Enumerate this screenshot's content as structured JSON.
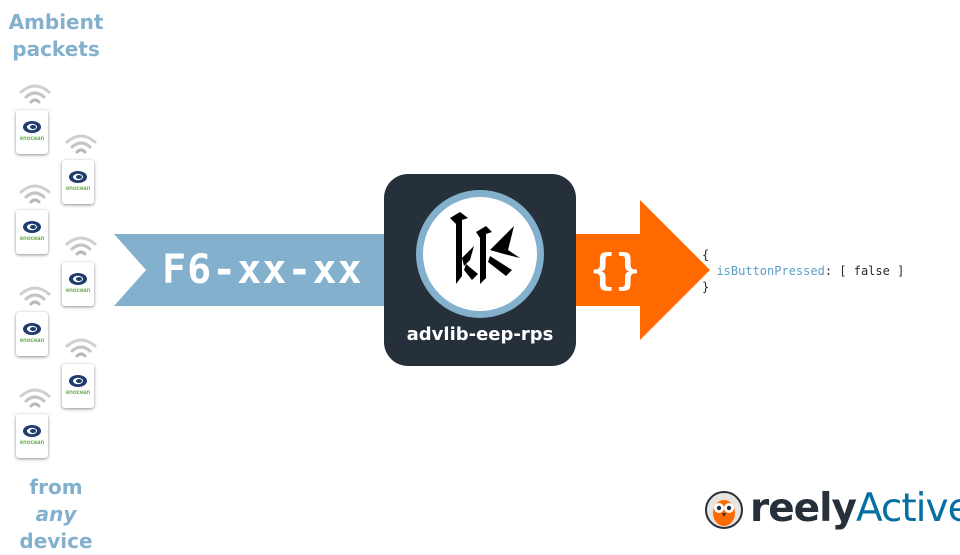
{
  "input_caption": {
    "line1": "Ambient",
    "line2": "packets"
  },
  "source_caption": {
    "from": "from ",
    "any": "any",
    "device": "device"
  },
  "device_brand": "enocean",
  "input_label": "F6-xx-xx",
  "library": {
    "name": "advlib-eep-rps",
    "logo_icon": "advlib-logo-icon"
  },
  "output_label": "{}",
  "output_json": {
    "open": "{",
    "key": "isButtonPressed",
    "value": ": [ false ]",
    "close": "}"
  },
  "brand": {
    "part1": "reely",
    "part2": "Active",
    "icon": "owl-logo-icon"
  },
  "colors": {
    "input_arrow": "#83b1cd",
    "output_arrow": "#ff6900",
    "library_box": "#25303a",
    "caption": "#83b1cd",
    "brand_accent": "#0770a2"
  }
}
